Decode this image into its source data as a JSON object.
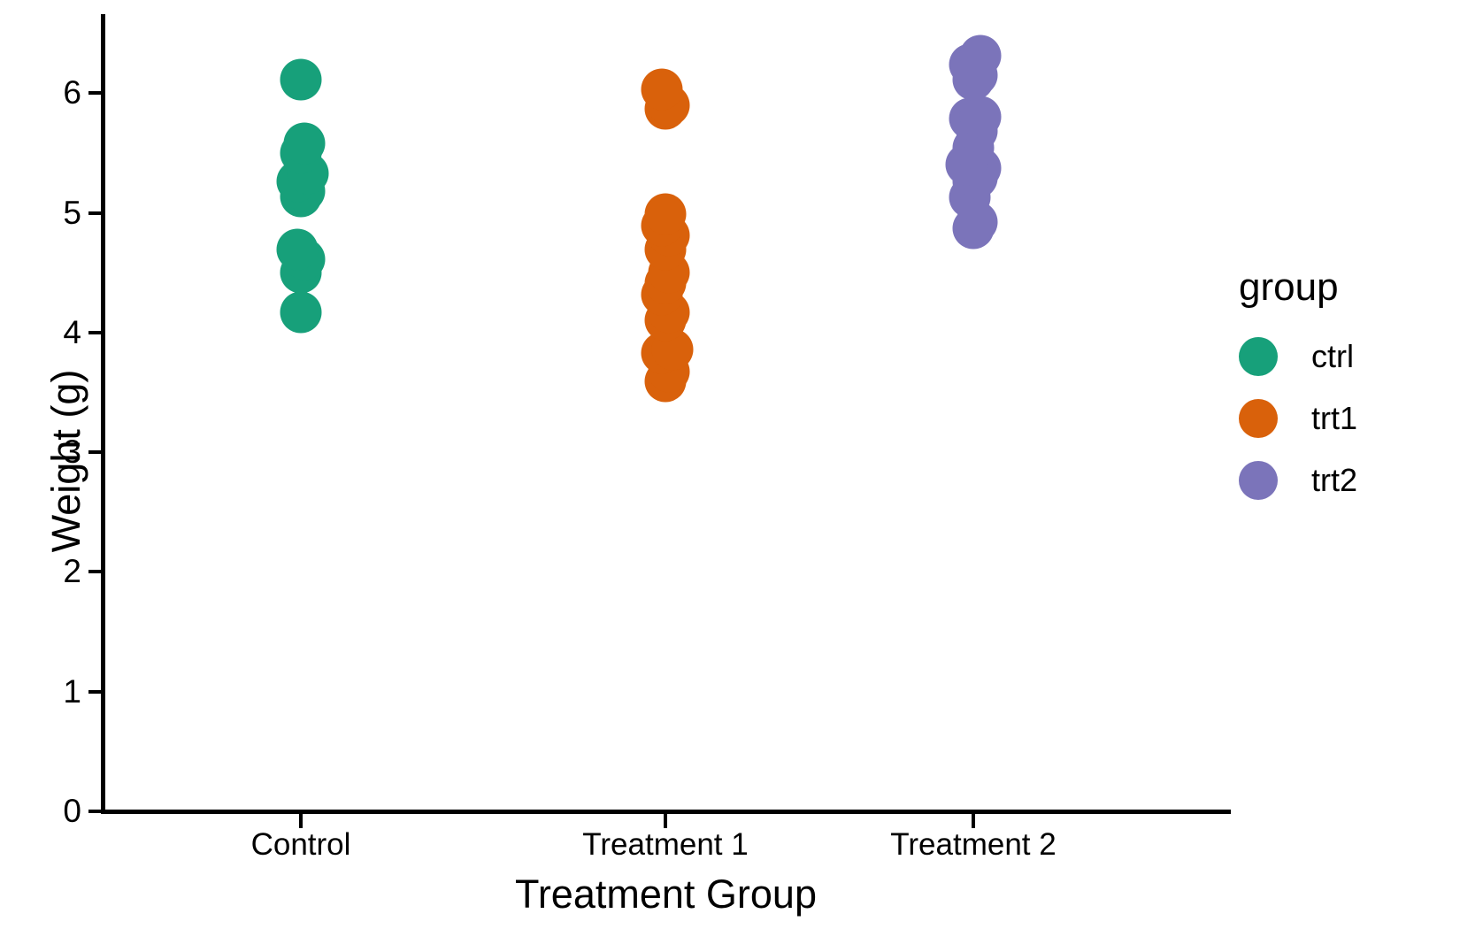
{
  "chart_data": {
    "type": "scatter",
    "title": "",
    "subtitle": "",
    "xlabel": "Treatment Group",
    "ylabel": "Weight (g)",
    "categories": [
      "Control",
      "Treatment 1",
      "Treatment 2"
    ],
    "xtick_labels": [
      "Control",
      "Treatment 1",
      "Treatment 2"
    ],
    "ytick_labels": [
      "0",
      "1",
      "2",
      "3",
      "4",
      "5",
      "6"
    ],
    "ytick_values": [
      0,
      1,
      2,
      3,
      4,
      5,
      6
    ],
    "ylim": [
      0,
      6.7
    ],
    "grid": false,
    "legend_position": "right",
    "legend_title": "group",
    "series": [
      {
        "name": "ctrl",
        "category": "Control",
        "color": "#17a07a",
        "values": [
          6.11,
          5.58,
          5.5,
          5.33,
          5.26,
          5.18,
          5.14,
          4.69,
          4.61,
          4.5,
          4.17
        ]
      },
      {
        "name": "trt1",
        "category": "Treatment 1",
        "color": "#d9610b",
        "values": [
          6.03,
          5.9,
          5.87,
          4.99,
          4.89,
          4.81,
          4.69,
          4.5,
          4.41,
          4.32,
          4.17,
          4.1,
          3.86,
          3.83,
          3.67,
          3.59
        ]
      },
      {
        "name": "trt2",
        "category": "Treatment 2",
        "color": "#7b74ba",
        "values": [
          6.31,
          6.24,
          6.15,
          6.11,
          5.8,
          5.79,
          5.68,
          5.54,
          5.4,
          5.37,
          5.29,
          5.26,
          5.13,
          4.92,
          4.87
        ]
      }
    ]
  },
  "axes": {
    "y_title": "Weight (g)",
    "x_title": "Treatment Group"
  },
  "legend": {
    "title": "group",
    "items": [
      {
        "label": "ctrl",
        "color": "#17a07a"
      },
      {
        "label": "trt1",
        "color": "#d9610b"
      },
      {
        "label": "trt2",
        "color": "#7b74ba"
      }
    ]
  },
  "colors": {
    "ctrl": "#17a07a",
    "trt1": "#d9610b",
    "trt2": "#7b74ba",
    "axis": "#000000",
    "background": "#ffffff"
  }
}
